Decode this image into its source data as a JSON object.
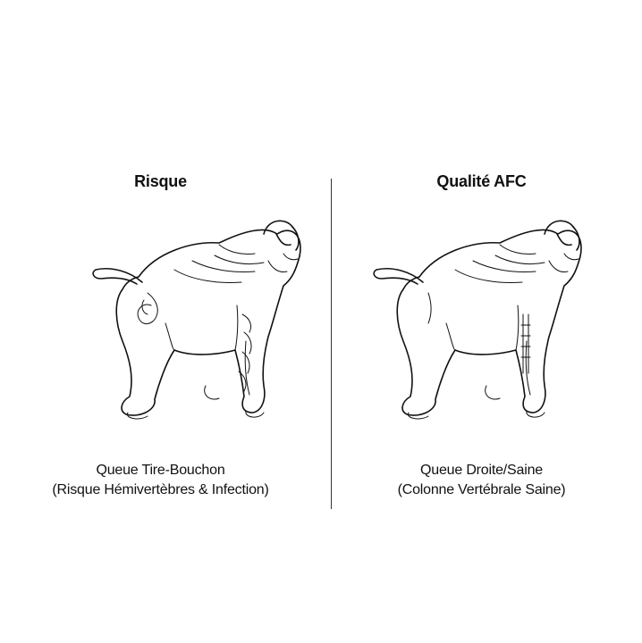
{
  "panels": [
    {
      "heading": "Risque",
      "caption_line1": "Queue Tire-Bouchon",
      "caption_line2": "(Risque Hémivertèbres & Infection)"
    },
    {
      "heading": "Qualité AFC",
      "caption_line1": "Queue Droite/Saine",
      "caption_line2": "(Colonne Vertébrale Saine)"
    }
  ]
}
